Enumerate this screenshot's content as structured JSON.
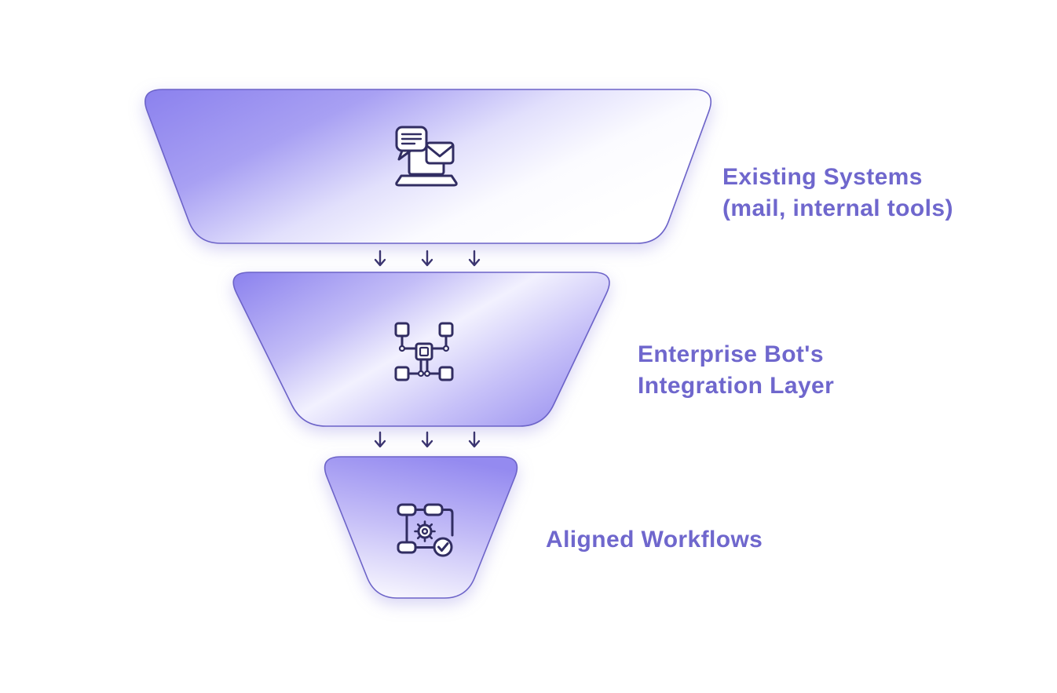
{
  "diagram": {
    "type": "funnel",
    "colors": {
      "purple": "#8b81ee",
      "light": "#ffffff",
      "outline": "#6c63c8",
      "label_text": "#6f67cd",
      "icon_stroke": "#312d62",
      "arrow": "#3b3570"
    },
    "levels": [
      {
        "id": "existing-systems",
        "line1": "Existing Systems",
        "line2": "(mail, internal tools)",
        "icon": "laptop-chat-mail-icon"
      },
      {
        "id": "integration-layer",
        "line1": "Enterprise Bot's",
        "line2": "Integration Layer",
        "icon": "network-nodes-icon"
      },
      {
        "id": "aligned-workflows",
        "line1": "Aligned Workflows",
        "line2": "",
        "icon": "workflow-gear-icon"
      }
    ],
    "arrows_between_levels": 3
  }
}
